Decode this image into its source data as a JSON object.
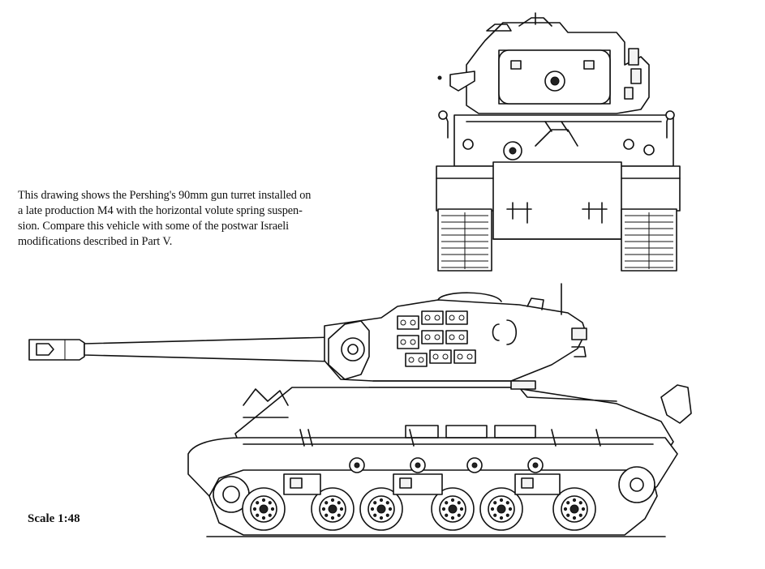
{
  "caption": {
    "lines": [
      "This drawing shows the Pershing's 90mm gun turret installed on",
      "a late production M4 with the horizontal volute spring suspen-",
      "sion. Compare this vehicle with some of the postwar Israeli",
      "modifications described in Part V."
    ]
  },
  "scale_label": "Scale 1:48",
  "drawings": {
    "front_view": "tank-front-view",
    "side_view": "tank-side-view"
  }
}
